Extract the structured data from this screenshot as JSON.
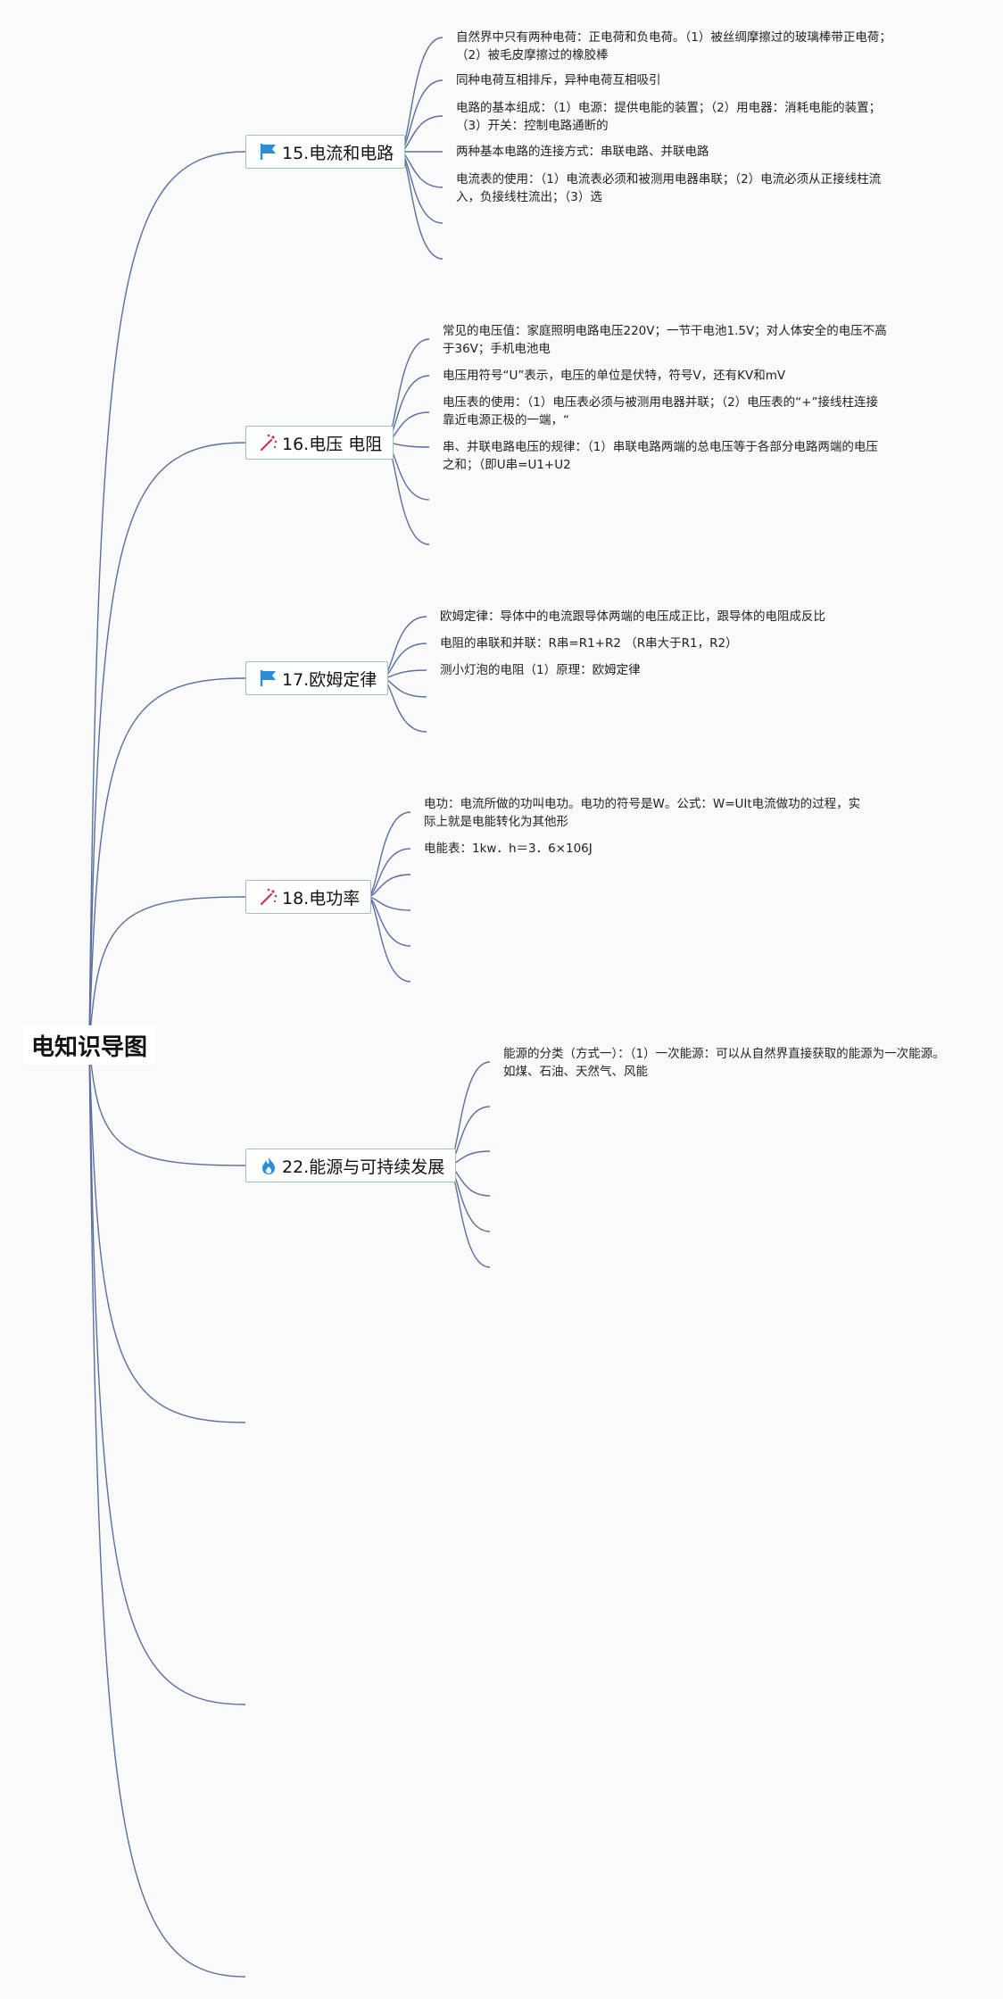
{
  "root": {
    "label": "电知识导图"
  },
  "icons": {
    "flag": {
      "name": "flag-icon",
      "color": "#2a8fd6"
    },
    "magic": {
      "name": "magic-wand-icon",
      "color": "#d0334a"
    },
    "fire": {
      "name": "flame-icon",
      "color": "#2a8fd6"
    }
  },
  "topics": [
    {
      "id": "t15",
      "label": "15.电流和电路",
      "icon": "flag",
      "leaves": [
        "自然界中只有两种电荷：正电荷和负电荷。（1）被丝绸摩擦过的玻璃棒带正电荷；（2）被毛皮摩擦过的橡胶棒",
        "同种电荷互相排斥，异种电荷互相吸引",
        "电路的基本组成：（1）电源：提供电能的装置；（2）用电器：消耗电能的装置；（3）开关：控制电路通断的",
        "两种基本电路的连接方式：串联电路、并联电路",
        "电流表的使用：（1）电流表必须和被测用电器串联；（2）电流必须从正接线柱流入，负接线柱流出；（3）选"
      ]
    },
    {
      "id": "t16",
      "label": "16.电压 电阻",
      "icon": "magic",
      "leaves": [
        "常见的电压值：家庭照明电路电压220V；一节干电池1.5V；对人体安全的电压不高于36V；手机电池电",
        "电压用符号“U”表示，电压的单位是伏特，符号V，还有KV和mV",
        "电压表的使用：（1）电压表必须与被测用电器并联；（2）电压表的“+”接线柱连接靠近电源正极的一端，“",
        "串、并联电路电压的规律：（1）串联电路两端的总电压等于各部分电路两端的电压之和；（即U串=U1+U2"
      ]
    },
    {
      "id": "t17",
      "label": "17.欧姆定律",
      "icon": "flag",
      "leaves": [
        "欧姆定律：导体中的电流跟导体两端的电压成正比，跟导体的电阻成反比",
        "电阻的串联和并联：R串=R1+R2 （R串大于R1，R2）",
        "测小灯泡的电阻（1）原理：欧姆定律"
      ]
    },
    {
      "id": "t18",
      "label": "18.电功率",
      "icon": "magic",
      "leaves": [
        "电功：电流所做的功叫电功。电功的符号是W。公式：W=UIt电流做功的过程，实际上就是电能转化为其他形",
        "电能表：1kw．h＝3．6×106J"
      ]
    },
    {
      "id": "t22",
      "label": "22.能源与可持续发展",
      "icon": "fire",
      "leaves": [
        "能源的分类（方式一）：（1）一次能源：可以从自然界直接获取的能源为一次能源。如煤、石油、天然气、风能"
      ]
    }
  ]
}
